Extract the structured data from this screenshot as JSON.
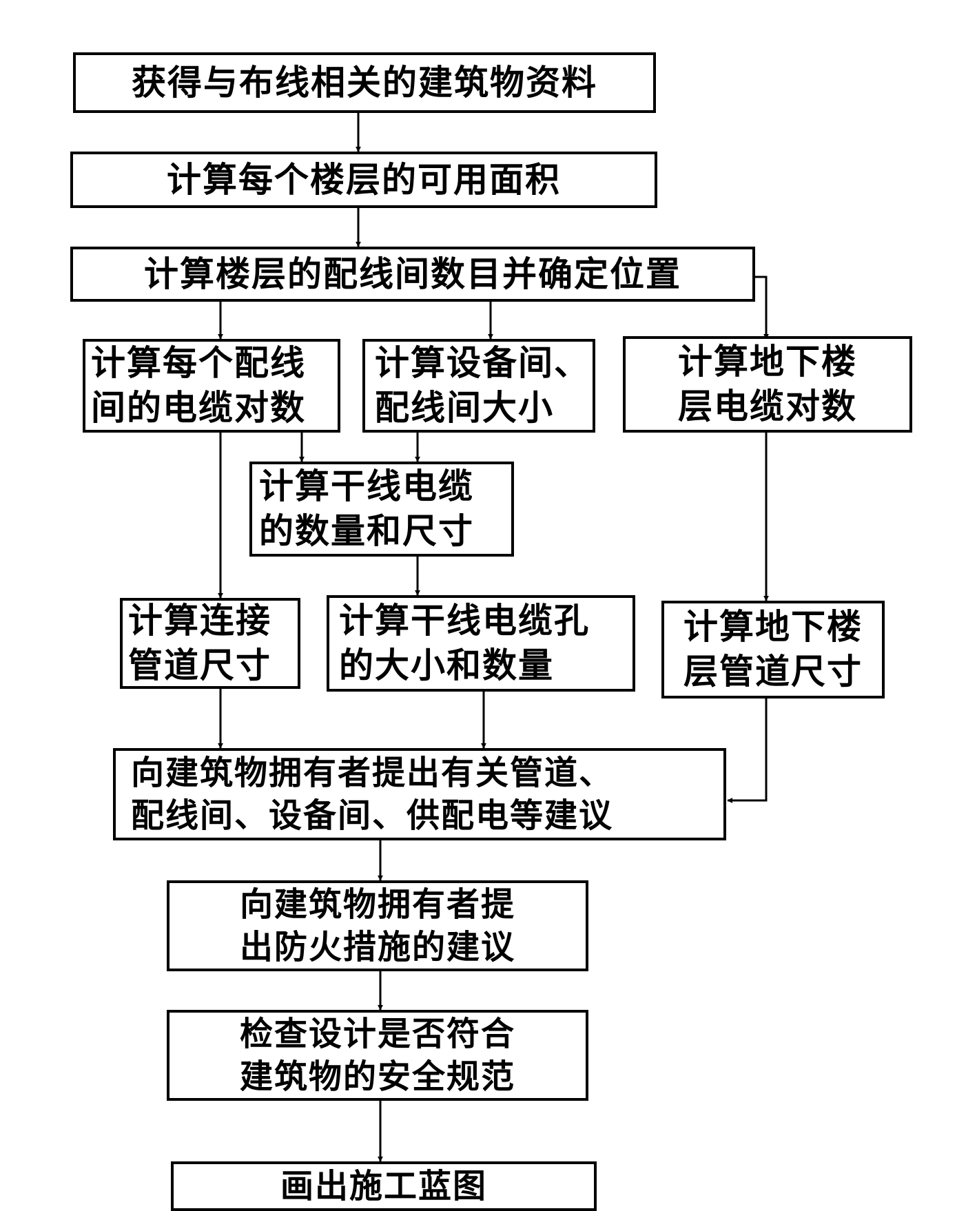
{
  "steps": {
    "s1": "获得与布线相关的建筑物资料",
    "s2": "计算每个楼层的可用面积",
    "s3": "计算楼层的配线间数目并确定位置",
    "s4": [
      "计算每个配线",
      "间的电缆对数"
    ],
    "s5": [
      "计算设备间、",
      "配线间大小"
    ],
    "s6": [
      "计算地下楼",
      "层电缆对数"
    ],
    "s7": [
      "计算干线电缆",
      "的数量和尺寸"
    ],
    "s8": [
      "计算连接",
      "管道尺寸"
    ],
    "s9": [
      "计算干线电缆孔",
      "的大小和数量"
    ],
    "s10": [
      "计算地下楼",
      "层管道尺寸"
    ],
    "s11": [
      "向建筑物拥有者提出有关管道、",
      "配线间、设备间、供配电等建议"
    ],
    "s12": [
      "向建筑物拥有者提",
      "出防火措施的建议"
    ],
    "s13": [
      "检查设计是否符合",
      "建筑物的安全规范"
    ],
    "s14": "画出施工蓝图"
  }
}
